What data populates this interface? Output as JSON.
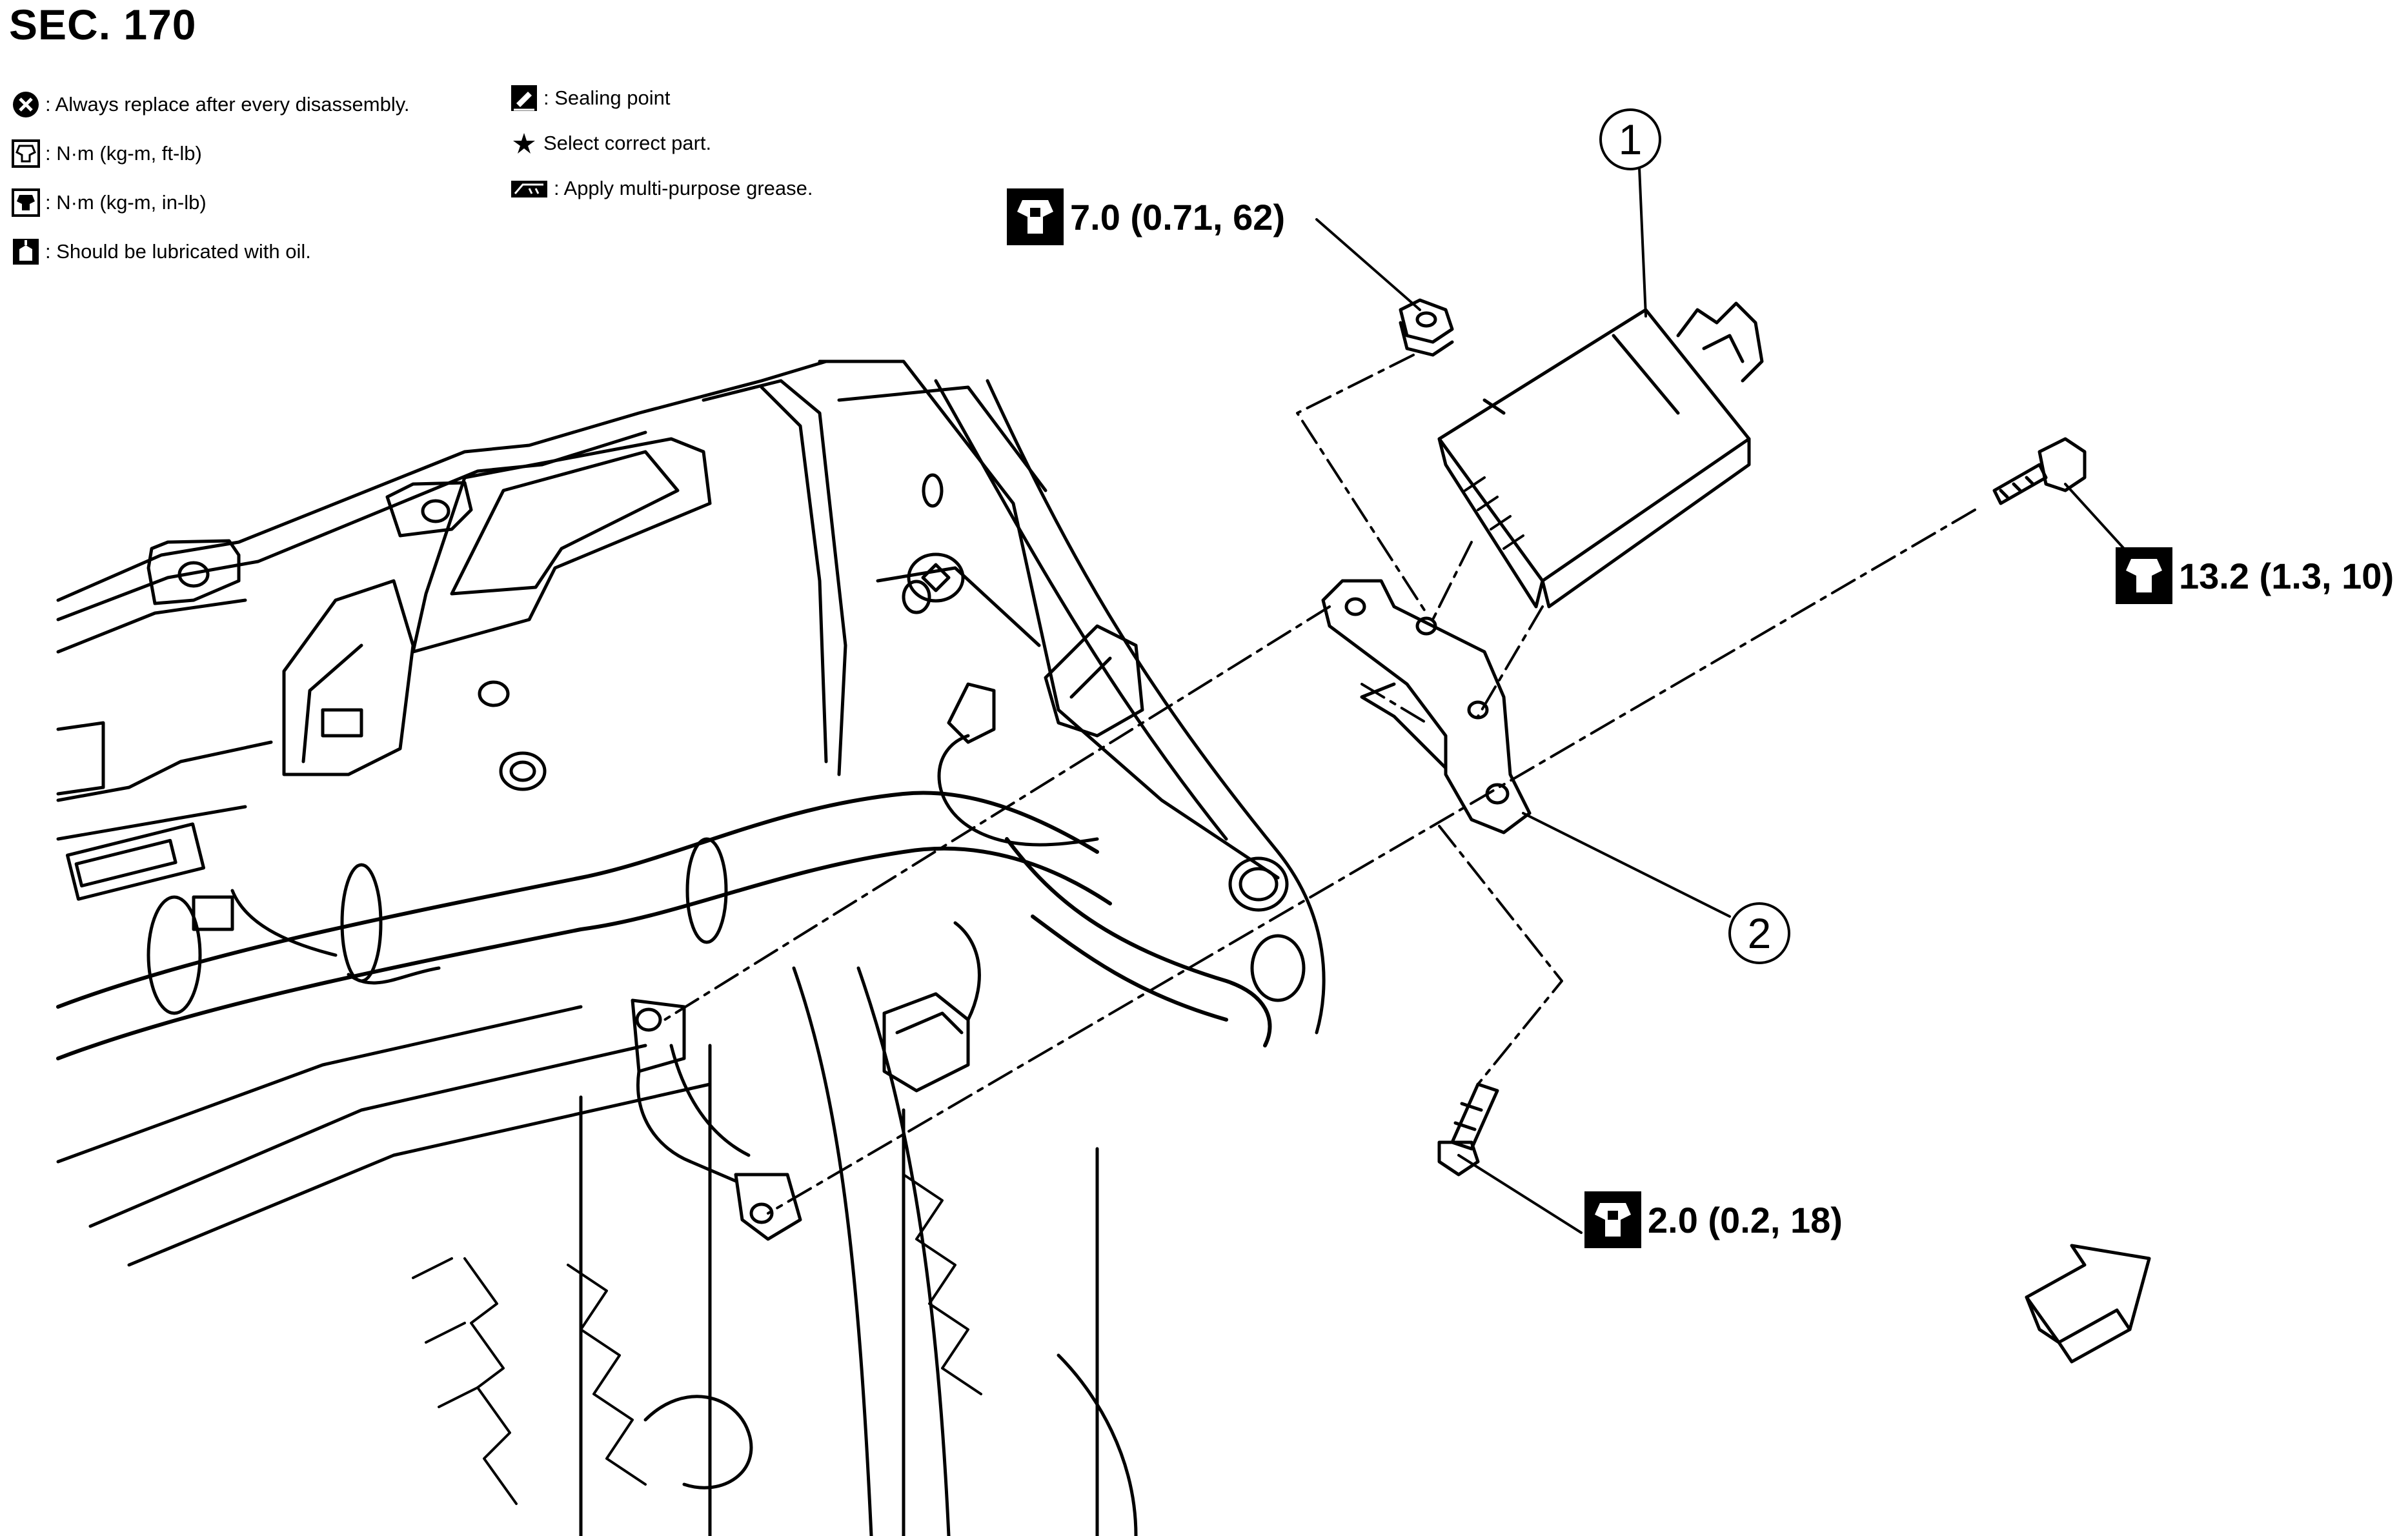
{
  "header": {
    "section": "SEC. 170"
  },
  "legend": [
    {
      "icon": "circle-x-icon",
      "text": ": Always replace after every disassembly."
    },
    {
      "icon": "torque-wrench-icon",
      "text": ": N·m (kg-m, ft-lb)"
    },
    {
      "icon": "torque-wrench-solid-icon",
      "text": ": N·m (kg-m, in-lb)"
    },
    {
      "icon": "oil-can-icon",
      "text": ": Should be lubricated with oil."
    },
    {
      "icon": "sealant-icon",
      "text": ": Sealing point"
    },
    {
      "icon": "star-icon",
      "text": "Select correct part."
    },
    {
      "icon": "grease-icon",
      "text": ": Apply multi-purpose grease."
    }
  ],
  "torques": {
    "nut": "7.0 (0.71, 62)",
    "upper_bolt": "13.2 (1.3, 10)",
    "lower_bolt": "2.0 (0.2, 18)"
  },
  "callouts": {
    "one": "1",
    "two": "2"
  },
  "colors": {
    "ink": "#000000",
    "paper": "#ffffff"
  }
}
